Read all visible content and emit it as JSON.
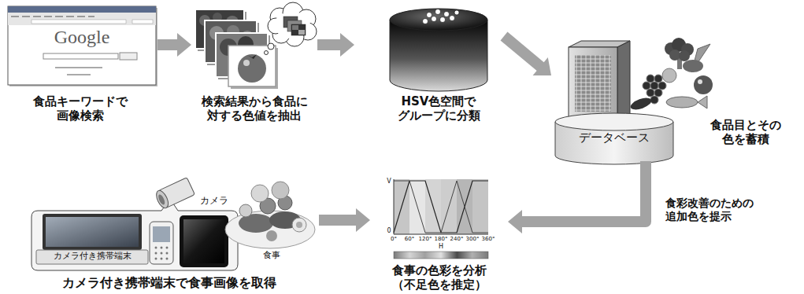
{
  "diagram": {
    "nodes": [
      {
        "text": [
          "食品キーワードで 画像検索"
        ]
      },
      {
        "text": [
          "検索結果から食品に 対する色値を抽出"
        ]
      },
      {
        "text": [
          "HSV色空間で グループに分類"
        ]
      },
      {
        "text": [
          "データベース",
          "食品目とその 色を蓄積"
        ]
      },
      {
        "text": [
          "カメラ付き携帯端末",
          "カメラ付き携帯端末で食事画像を取得"
        ]
      },
      {
        "text": [
          "食事の色彩を分析 （不足色を推定）"
        ]
      }
    ],
    "edges": [
      {
        "from": 0,
        "to": 1,
        "arrow": "to"
      },
      {
        "from": 1,
        "to": 2,
        "arrow": "to"
      },
      {
        "from": 2,
        "to": 3,
        "arrow": "to"
      },
      {
        "from": 3,
        "to": 5,
        "label": "食彩改善のための 追加色を提示",
        "arrow": "to"
      },
      {
        "from": 4,
        "to": 5,
        "arrow": "to"
      }
    ],
    "labels": [
      "Google",
      "カメラ",
      "食事",
      "V",
      "0",
      "0°",
      "60°",
      "120°",
      "180°",
      "240°",
      "300°",
      "360°",
      "H"
    ]
  }
}
